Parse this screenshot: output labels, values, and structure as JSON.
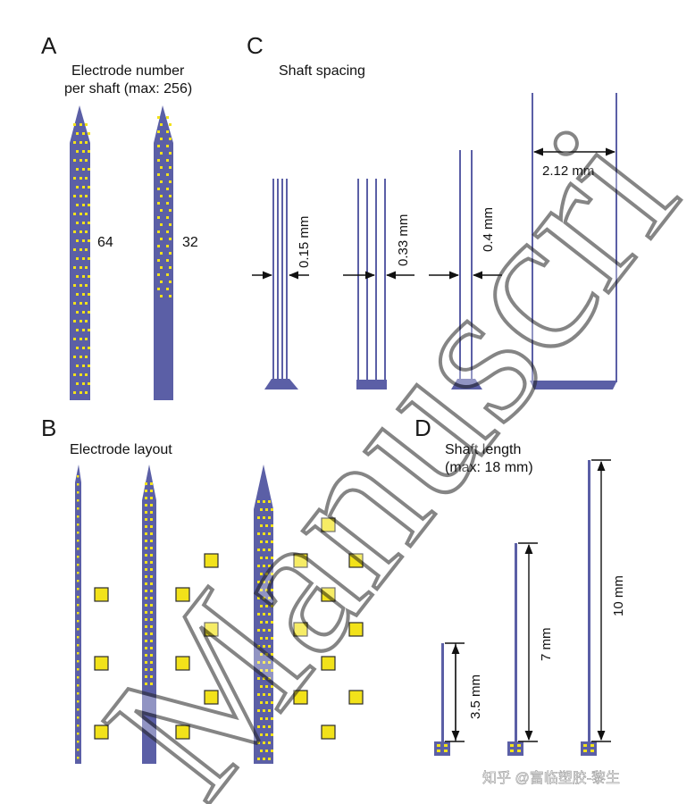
{
  "panels": {
    "A": {
      "letter": "A",
      "title_line1": "Electrode number",
      "title_line2": "per shaft (max: 256)",
      "count_left": "64",
      "count_right": "32"
    },
    "B": {
      "letter": "B",
      "title": "Electrode layout"
    },
    "C": {
      "letter": "C",
      "title": "Shaft spacing",
      "spacings": [
        "0.15 mm",
        "0.33 mm",
        "0.4 mm",
        "2.12 mm"
      ]
    },
    "D": {
      "letter": "D",
      "title_line1": "Shaft length",
      "title_line2": "(max: 18 mm)",
      "lengths": [
        "3.5 mm",
        "7 mm",
        "10 mm"
      ]
    }
  },
  "watermark": {
    "text": "知乎 @富临塑胶-黎生"
  },
  "colors": {
    "shaft": "#5b5fa6",
    "electrode": "#f2e21a",
    "watermark_overlay": "#c8c8c8"
  }
}
